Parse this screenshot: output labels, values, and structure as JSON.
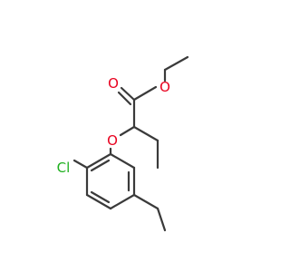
{
  "molecule": {
    "atoms": {
      "carbonyl_oxygen": {
        "label": "O",
        "color": "#e8001e"
      },
      "ester_oxygen": {
        "label": "O",
        "color": "#e8001e"
      },
      "ether_oxygen": {
        "label": "O",
        "color": "#e8001e"
      },
      "chlorine": {
        "label": "Cl",
        "color": "#1fb01f"
      }
    },
    "bond_color": "#3a3a3a"
  }
}
